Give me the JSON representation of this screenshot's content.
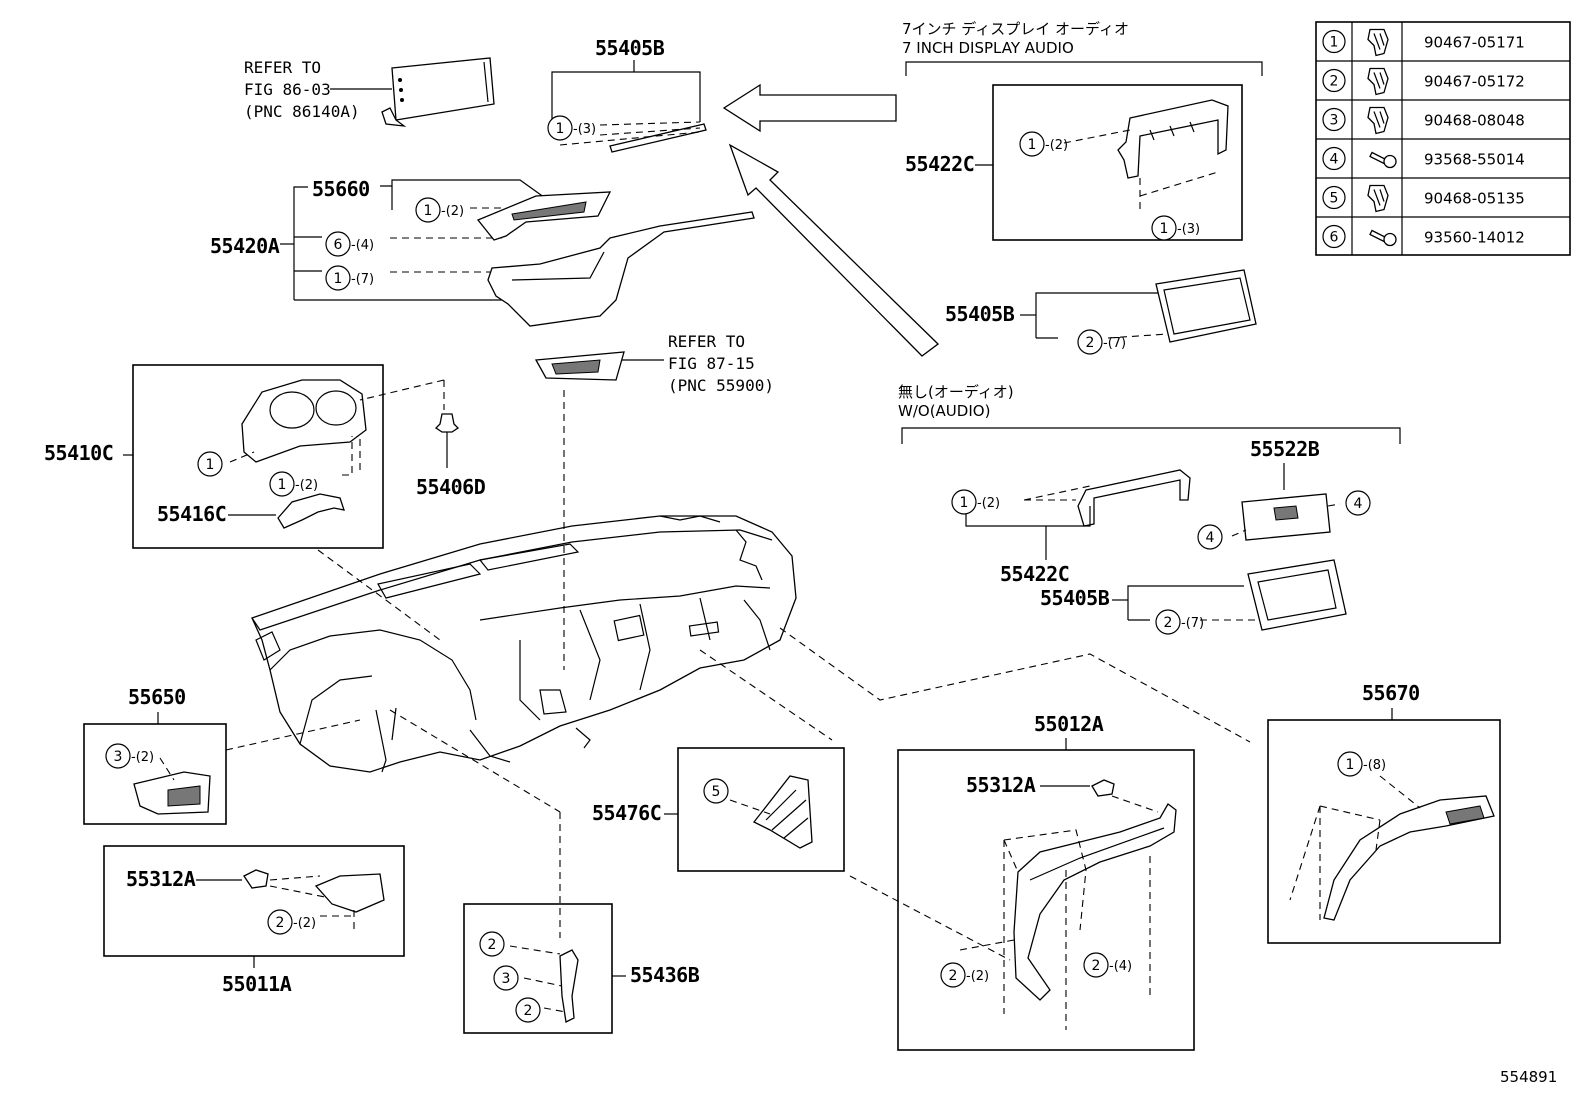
{
  "part_labels": {
    "p55405B_top": "55405B",
    "p55660": "55660",
    "p55420A": "55420A",
    "p55410C": "55410C",
    "p55416C": "55416C",
    "p55406D": "55406D",
    "p55422C_a": "55422C",
    "p55405B_b": "55405B",
    "p55522B": "55522B",
    "p55422C_b": "55422C",
    "p55405B_c": "55405B",
    "p55650": "55650",
    "p55312A_a": "55312A",
    "p55011A": "55011A",
    "p55476C": "55476C",
    "p55436B": "55436B",
    "p55012A": "55012A",
    "p55312A_b": "55312A",
    "p55670": "55670"
  },
  "refer_top": [
    "REFER TO",
    "FIG 86-03",
    "(PNC 86140A)"
  ],
  "refer_mid": [
    "REFER TO",
    "FIG 87-15",
    "(PNC 55900)"
  ],
  "variant_7inch": {
    "jp": "7インチ ディスプレイ オーディオ",
    "en": "7 INCH DISPLAY AUDIO"
  },
  "variant_wo": {
    "jp": "無し(オーディオ)",
    "en": "W/O(AUDIO)"
  },
  "callouts": {
    "c1_3_top": {
      "num": "1",
      "qty": "-(3)"
    },
    "c1_2_55660": {
      "num": "1",
      "qty": "-(2)"
    },
    "c6_4": {
      "num": "6",
      "qty": "-(4)"
    },
    "c1_7": {
      "num": "1",
      "qty": "-(7)"
    },
    "c1_55410": {
      "num": "1",
      "qty": ""
    },
    "c1_2_55410": {
      "num": "1",
      "qty": "-(2)"
    },
    "c1_2_7in": {
      "num": "1",
      "qty": "-(2)"
    },
    "c1_3_7in": {
      "num": "1",
      "qty": "-(3)"
    },
    "c2_7_7in": {
      "num": "2",
      "qty": "-(7)"
    },
    "c1_2_wo": {
      "num": "1",
      "qty": "-(2)"
    },
    "c4_left": {
      "num": "4",
      "qty": ""
    },
    "c4_right": {
      "num": "4",
      "qty": ""
    },
    "c2_7_wo": {
      "num": "2",
      "qty": "-(7)"
    },
    "c3_2_55650": {
      "num": "3",
      "qty": "-(2)"
    },
    "c2_2_55011": {
      "num": "2",
      "qty": "-(2)"
    },
    "c5_55476": {
      "num": "5",
      "qty": ""
    },
    "c2_a_55436": {
      "num": "2",
      "qty": ""
    },
    "c3_55436": {
      "num": "3",
      "qty": ""
    },
    "c2_b_55436": {
      "num": "2",
      "qty": ""
    },
    "c2_2_55012": {
      "num": "2",
      "qty": "-(2)"
    },
    "c2_4_55012": {
      "num": "2",
      "qty": "-(4)"
    },
    "c1_8_55670": {
      "num": "1",
      "qty": "-(8)"
    }
  },
  "legend": [
    {
      "num": "1",
      "icon": "clip-icon",
      "part": "90467-05171"
    },
    {
      "num": "2",
      "icon": "clip-icon",
      "part": "90467-05172"
    },
    {
      "num": "3",
      "icon": "clip-icon",
      "part": "90468-08048"
    },
    {
      "num": "4",
      "icon": "screw-icon",
      "part": "93568-55014"
    },
    {
      "num": "5",
      "icon": "clip-icon",
      "part": "90468-05135"
    },
    {
      "num": "6",
      "icon": "screw-icon",
      "part": "93560-14012"
    }
  ],
  "figure_id": "554891"
}
